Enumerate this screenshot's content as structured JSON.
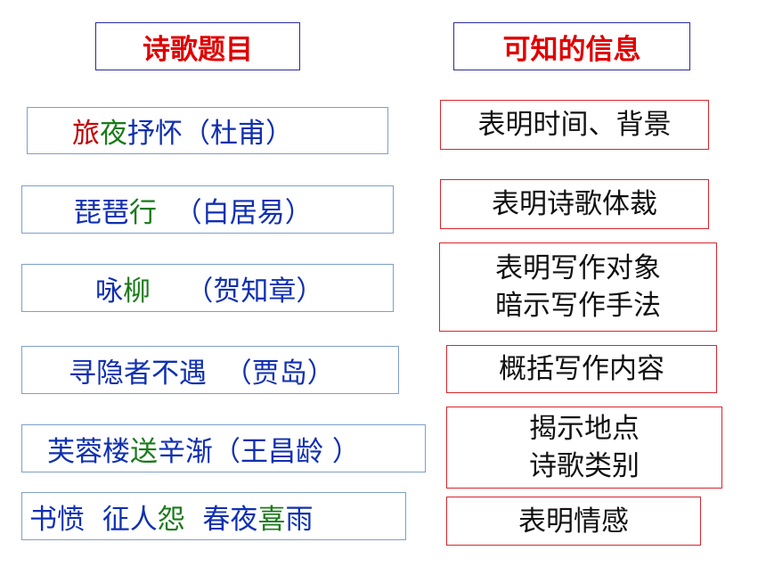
{
  "colors": {
    "red": "#c00000",
    "green": "#1a7a1a",
    "blue": "#1030b0",
    "header": "#e00000"
  },
  "headers": {
    "left": "诗歌题目",
    "right": "可知的信息"
  },
  "poems": [
    {
      "segments": [
        {
          "t": "旅",
          "c": "red"
        },
        {
          "t": "夜",
          "c": "green"
        },
        {
          "t": "抒怀（杜甫）",
          "c": "blue"
        }
      ]
    },
    {
      "segments": [
        {
          "t": "琵琶",
          "c": "blue"
        },
        {
          "t": "行",
          "c": "green"
        },
        {
          "t": "  （白居易）",
          "c": "blue"
        }
      ]
    },
    {
      "segments": [
        {
          "t": "咏",
          "c": "blue"
        },
        {
          "t": "柳",
          "c": "green"
        },
        {
          "t": "    （贺知章）",
          "c": "blue"
        }
      ]
    },
    {
      "segments": [
        {
          "t": "寻隐者不遇  （贾岛）",
          "c": "blue"
        }
      ]
    },
    {
      "segments": [
        {
          "t": "芙蓉楼",
          "c": "blue"
        },
        {
          "t": "送",
          "c": "green"
        },
        {
          "t": "辛渐（王昌龄 ）",
          "c": "blue"
        }
      ]
    },
    {
      "segments": [
        {
          "t": "书愤  征人",
          "c": "blue"
        },
        {
          "t": "怨",
          "c": "green"
        },
        {
          "t": "  春夜",
          "c": "blue"
        },
        {
          "t": "喜",
          "c": "green"
        },
        {
          "t": "雨",
          "c": "blue"
        }
      ]
    }
  ],
  "info": [
    {
      "lines": [
        "表明时间、背景"
      ]
    },
    {
      "lines": [
        "表明诗歌体裁"
      ]
    },
    {
      "lines": [
        "表明写作对象",
        "暗示写作手法"
      ]
    },
    {
      "lines": [
        "概括写作内容"
      ]
    },
    {
      "lines": [
        "揭示地点",
        "诗歌类别"
      ]
    },
    {
      "lines": [
        "表明情感"
      ]
    }
  ]
}
